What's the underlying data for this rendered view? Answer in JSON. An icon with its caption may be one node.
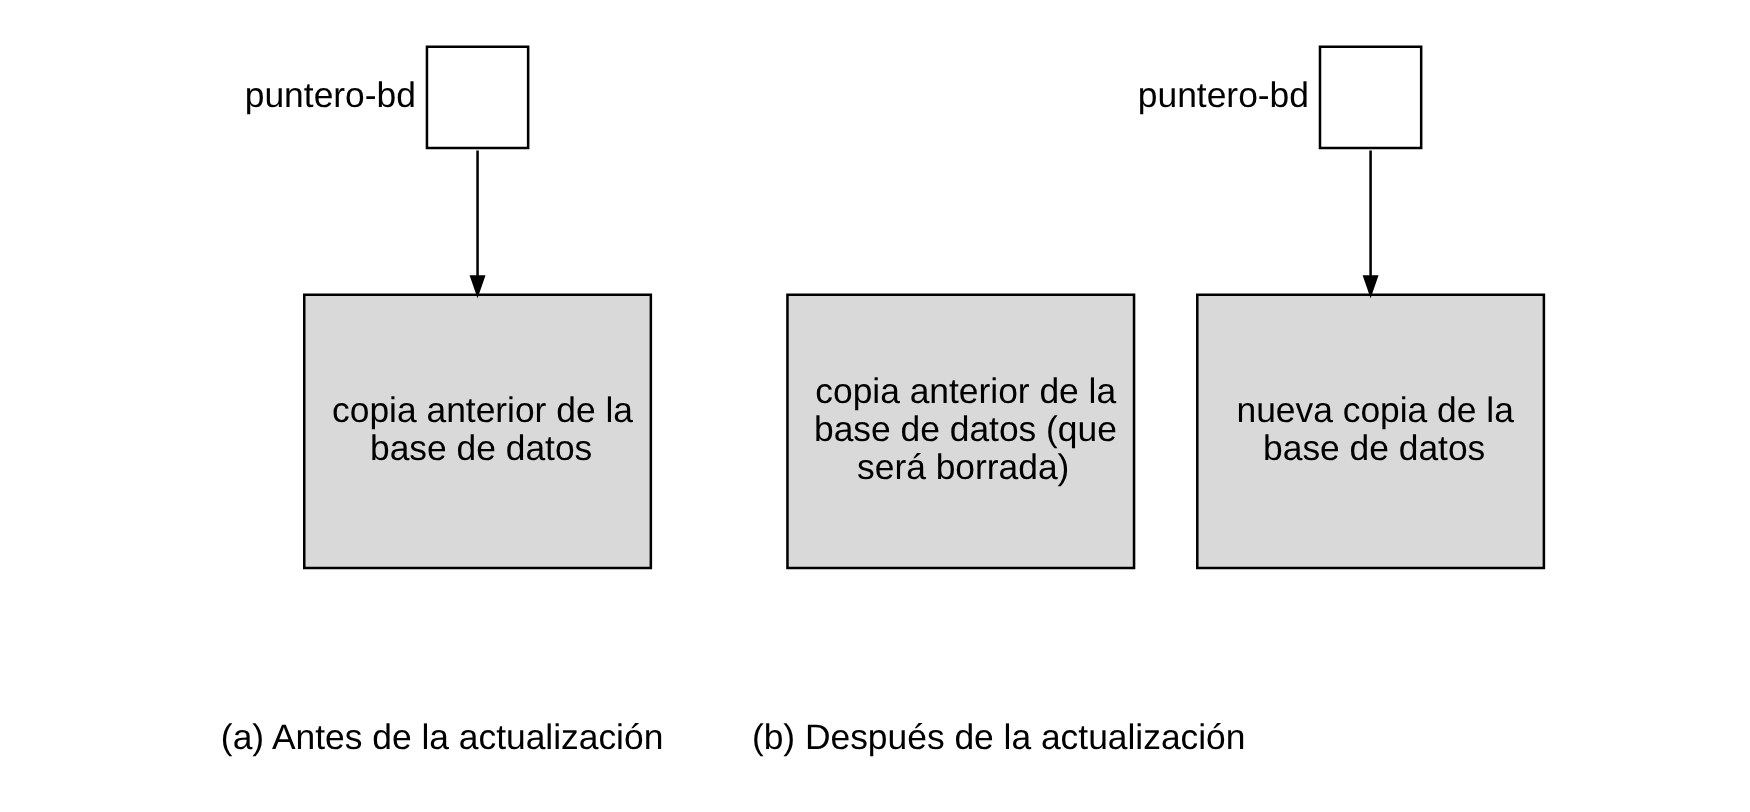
{
  "diagram": {
    "nodes": [
      {
        "text": [],
        "shape": "box",
        "beside": [
          "puntero-bd"
        ]
      },
      {
        "text": [
          "copia anterior de la base de datos"
        ]
      },
      {
        "text": [],
        "shape": "box",
        "beside": [
          "puntero-bd"
        ]
      },
      {
        "text": [
          "copia anterior de la base de datos (que será borrada)"
        ]
      },
      {
        "text": [
          "nueva copia de la base de datos"
        ]
      }
    ],
    "edges": [
      {
        "from": 0,
        "to": 1,
        "arrow": "to"
      },
      {
        "from": 2,
        "to": 4,
        "arrow": "to"
      }
    ],
    "labels": [
      "(a) Antes de la actualización",
      "(b) Después de la actualización"
    ]
  }
}
